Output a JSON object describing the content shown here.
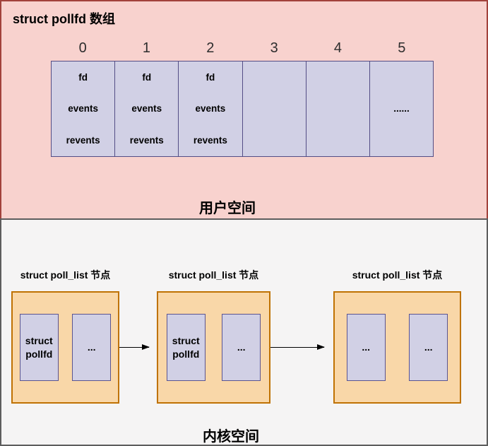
{
  "user_section": {
    "title": "struct pollfd 数组",
    "label": "用户空间",
    "array": {
      "indices": [
        "0",
        "1",
        "2",
        "3",
        "4",
        "5"
      ],
      "cells": [
        {
          "rows": [
            "fd",
            "events",
            "revents"
          ]
        },
        {
          "rows": [
            "fd",
            "events",
            "revents"
          ]
        },
        {
          "rows": [
            "fd",
            "events",
            "revents"
          ]
        },
        {
          "rows": []
        },
        {
          "rows": []
        },
        {
          "rows": [
            "......"
          ]
        }
      ]
    }
  },
  "kernel_section": {
    "label": "内核空间",
    "nodes": [
      {
        "title": "struct poll_list 节点",
        "slots": [
          "struct pollfd",
          "..."
        ]
      },
      {
        "title": "struct poll_list 节点",
        "slots": [
          "struct pollfd",
          "..."
        ]
      },
      {
        "title": "struct poll_list 节点",
        "slots": [
          "...",
          "..."
        ]
      }
    ]
  },
  "colors": {
    "user_fill": "#f8d2ce",
    "user_border": "#a2423c",
    "kernel_fill": "#f5f4f4",
    "kernel_border": "#5d5d5d",
    "cell_fill": "#d1d0e5",
    "cell_border": "#534d85",
    "node_fill": "#f9d7a8",
    "node_border": "#bf7203",
    "arrow": "#000000"
  }
}
